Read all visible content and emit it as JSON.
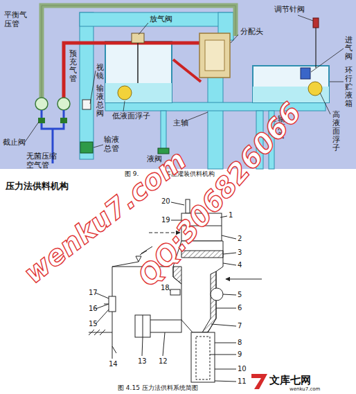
{
  "diagram": {
    "caption": "图 4.15 压力法供料系统简图",
    "labels": [
      "平衡气压管",
      "预充气管",
      "截止阀",
      "无菌压缩空气管",
      "放气阀",
      "视镜",
      "输液总阀",
      "低液面浮子",
      "主轴",
      "输液总管",
      "液阀",
      "分配头",
      "调节针阀",
      "进气阀",
      "环行贮液箱",
      "高液面浮子",
      "输液管",
      "图 9.",
      "等压灌装供料机构",
      "压力法供料机构",
      "1",
      "2",
      "3",
      "4",
      "5",
      "6",
      "7",
      "8",
      "9",
      "10",
      "11",
      "12",
      "13",
      "14",
      "15",
      "16",
      "17",
      "18",
      "19",
      "20",
      "wenku7.com",
      "QQ:306826066",
      "文库七网",
      "wenku7.com"
    ]
  }
}
